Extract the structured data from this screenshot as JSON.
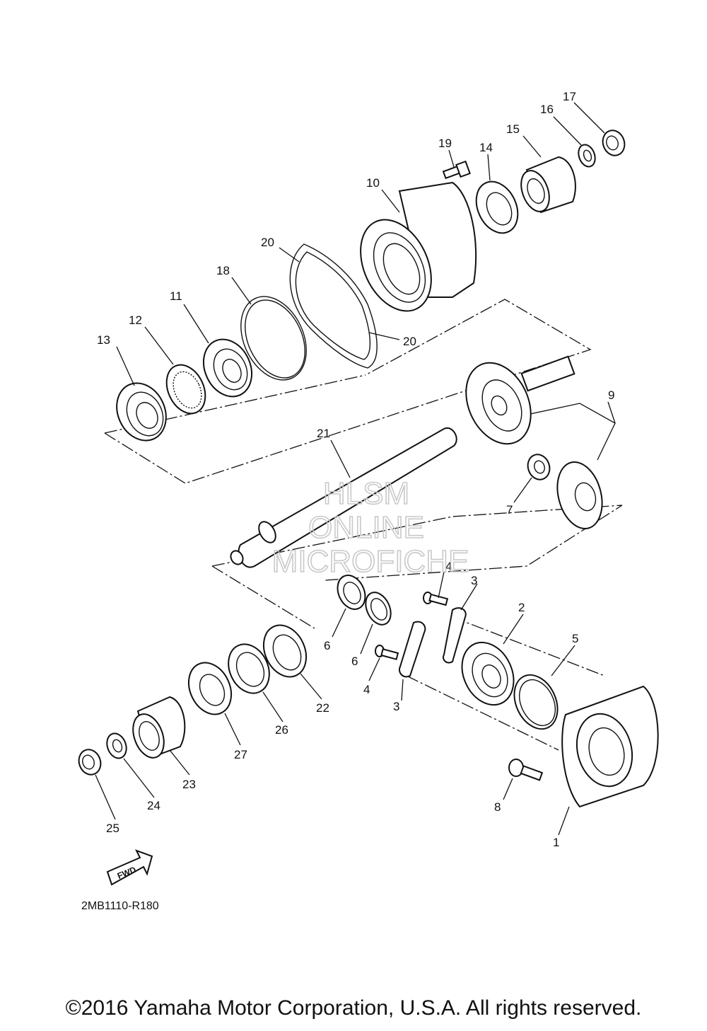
{
  "callouts": [
    "1",
    "2",
    "3",
    "3",
    "4",
    "4",
    "5",
    "6",
    "6",
    "7",
    "8",
    "9",
    "10",
    "11",
    "12",
    "13",
    "14",
    "15",
    "16",
    "17",
    "18",
    "19",
    "20",
    "20",
    "21",
    "22",
    "23",
    "24",
    "25",
    "26",
    "27"
  ],
  "watermark": {
    "line1": "HLSM",
    "line2": "ONLINE",
    "line3": "MICROFICHE"
  },
  "fwd_label": "FWD",
  "diagram_code": "2MB1110-R180",
  "copyright": "©2016 Yamaha Motor Corporation, U.S.A. All rights reserved."
}
